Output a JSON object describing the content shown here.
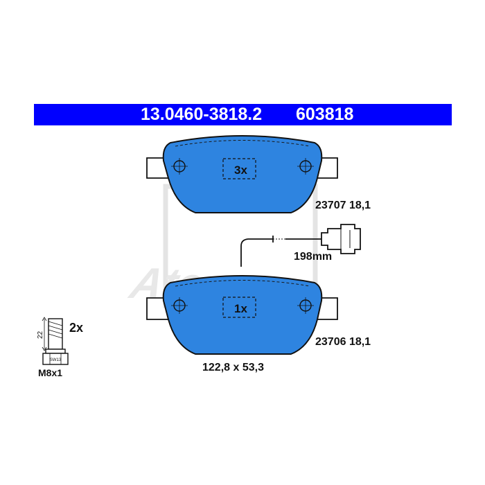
{
  "header": {
    "part_number": "13.0460-3818.2",
    "short_number": "603818",
    "background_color": "#0000ff"
  },
  "top_pad": {
    "quantity": "3x",
    "spec": "23707 18,1",
    "fill_color": "#2e84e0"
  },
  "bottom_pad": {
    "quantity": "1x",
    "spec": "23706 18,1",
    "dimensions": "122,8 x 53,3",
    "fill_color": "#2e84e0"
  },
  "wear_sensor": {
    "length": "198mm"
  },
  "bolt": {
    "quantity": "2x",
    "thread": "M8x1",
    "length": "22",
    "wrench_size": "SW13"
  },
  "watermark": {
    "text": "Ate"
  }
}
